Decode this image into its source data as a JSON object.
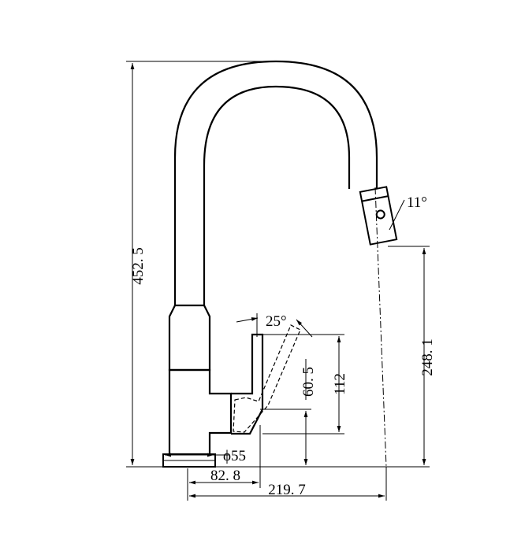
{
  "title": "",
  "dimensions": {
    "total_height": "452. 5",
    "spout_height": "248. 1",
    "handle_height": "112",
    "handle_offset": "60. 5",
    "base_diameter": "ϕ55",
    "base_to_axis": "82. 8",
    "reach": "219. 7",
    "handle_angle": "25°",
    "spray_angle": "11°"
  }
}
